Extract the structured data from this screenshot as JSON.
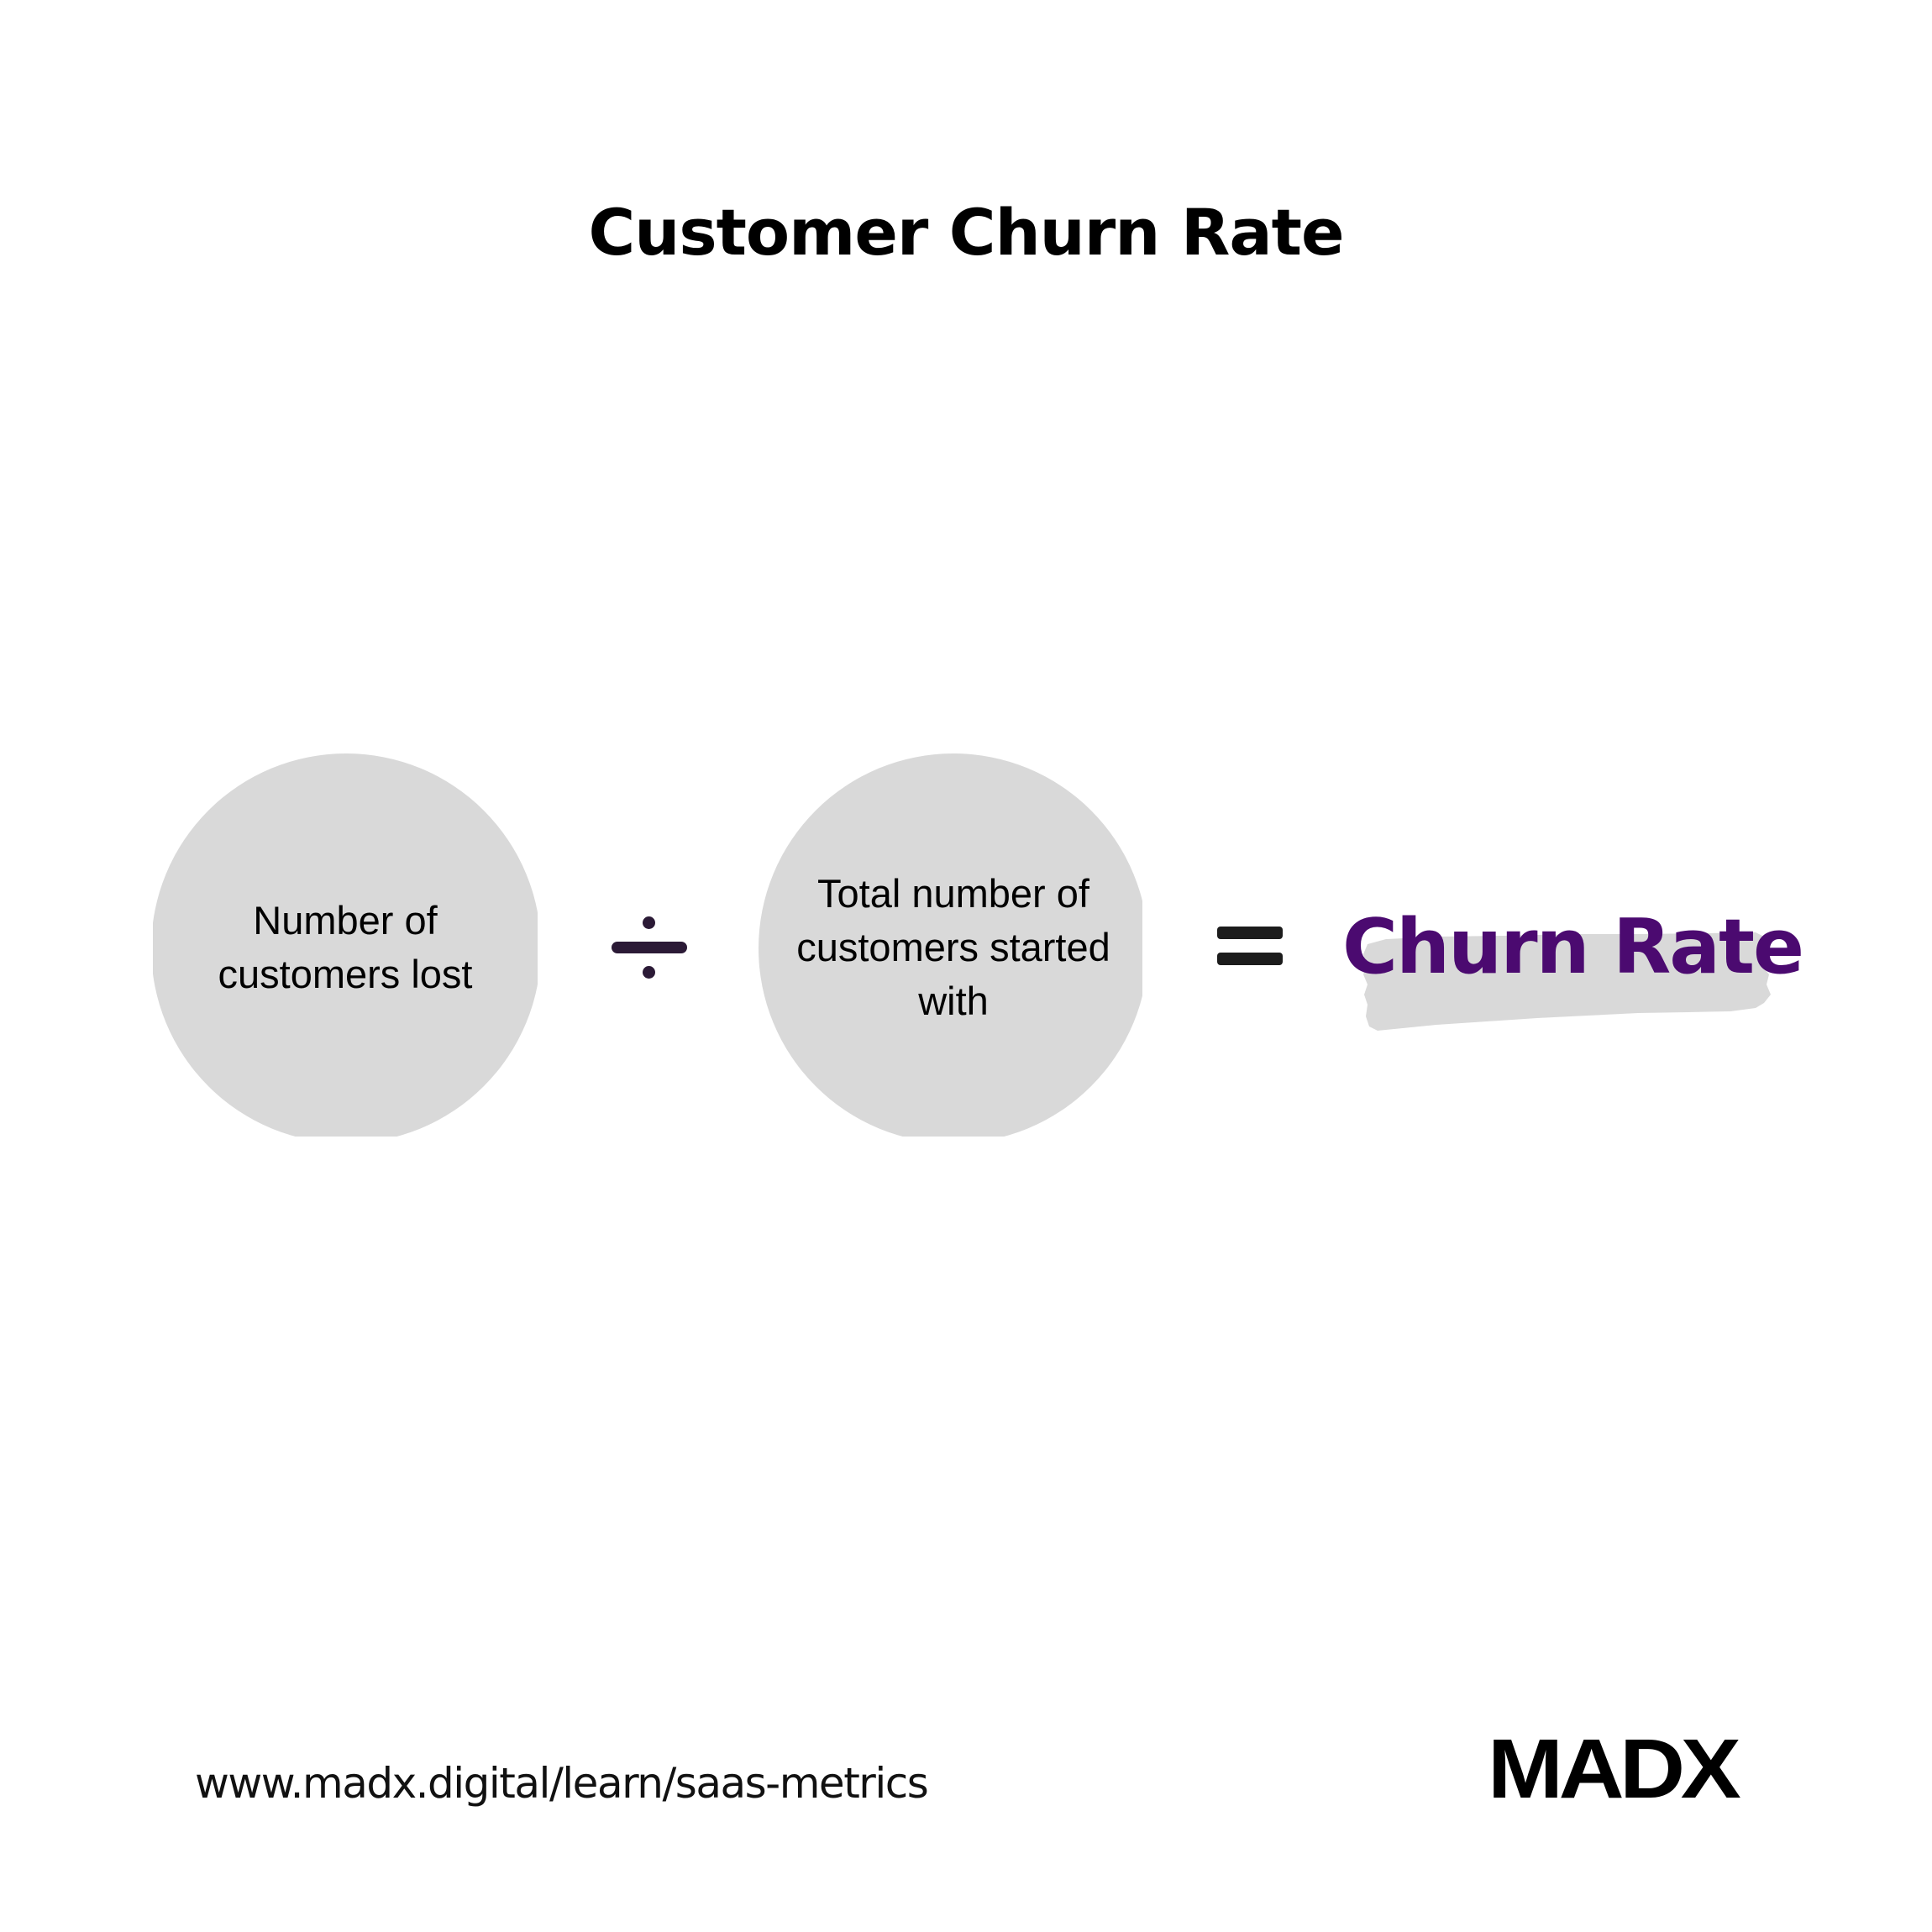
{
  "header": {
    "title": "Customer Churn Rate"
  },
  "formula": {
    "numerator": {
      "label": "Number of\ncustomers lost",
      "shape": "circle",
      "fill": "#d9d9d9"
    },
    "operator_divide": {
      "icon": "divide-icon",
      "symbol": "÷",
      "color": "#2b1a36"
    },
    "denominator": {
      "label": "Total number of\ncustomers started\nwith",
      "shape": "circle",
      "fill": "#d9d9d9"
    },
    "operator_equals": {
      "icon": "equals-icon",
      "symbol": "=",
      "color": "#1c1c1c"
    },
    "result": {
      "label": "Churn Rate",
      "color": "#4b0a70",
      "highlight_color": "#d9d9d9"
    }
  },
  "footer": {
    "url": "www.madx.digital/learn/saas-metrics",
    "logo": "MADX"
  }
}
